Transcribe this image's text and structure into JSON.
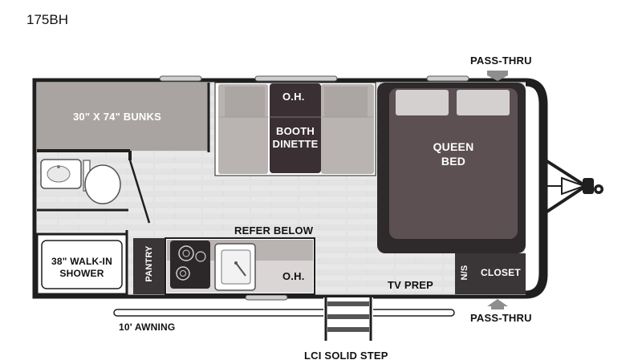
{
  "model": "175BH",
  "labels": {
    "pass_thru_top": "PASS-THRU",
    "pass_thru_bottom": "PASS-THRU",
    "bunks": "30\" X 74\" BUNKS",
    "overhead_top": "O.H.",
    "booth_line1": "BOOTH",
    "booth_line2": "DINETTE",
    "queen_line1": "QUEEN",
    "queen_line2": "BED",
    "refer": "REFER BELOW",
    "overhead_galley": "O.H.",
    "shower_line1": "38\" WALK-IN",
    "shower_line2": "SHOWER",
    "pantry": "PANTRY",
    "tv_prep": "TV PREP",
    "ns": "N/S",
    "closet": "CLOSET",
    "awning": "10' AWNING",
    "step": "LCI SOLID STEP"
  },
  "colors": {
    "wall": "#1f1f1f",
    "floor": "#e6e6e6",
    "bunk": "#a9a4a2",
    "booth_seat": "#b9b4b2",
    "table": "#3a2f33",
    "bed_frame": "#2e2a2b",
    "mattress": "#5c5053",
    "pillow": "#d4d0cf"
  }
}
